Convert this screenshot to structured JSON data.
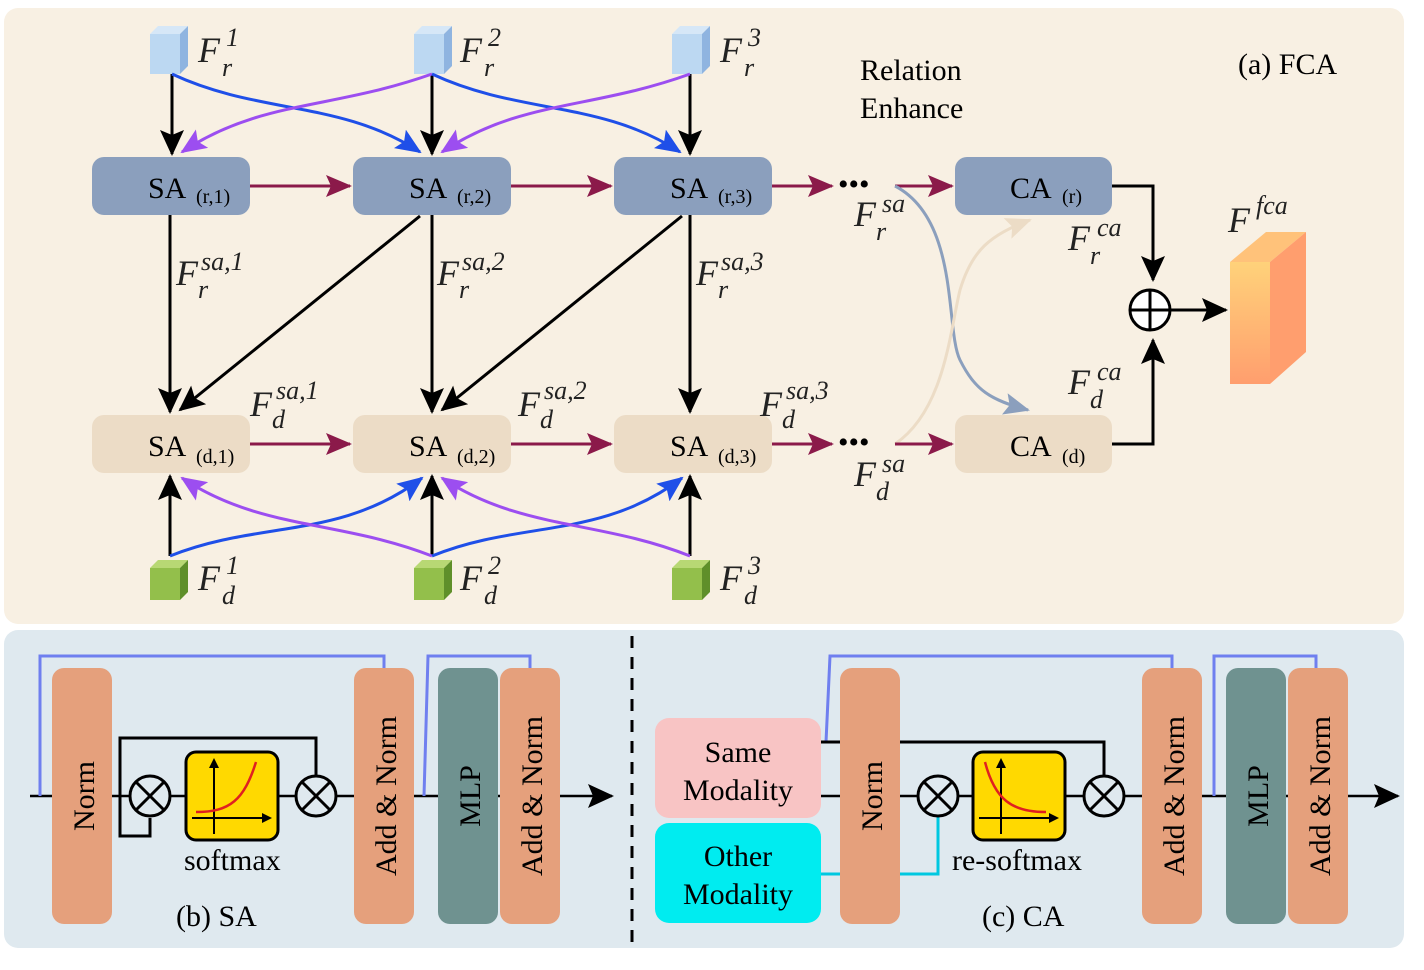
{
  "panel_a": {
    "title": "(a) FCA",
    "relation_line1": "Relation",
    "relation_line2": "Enhance",
    "sa_main": "SA",
    "ca_main": "CA",
    "sa_r_subs": [
      "(r,1)",
      "(r,2)",
      "(r,3)"
    ],
    "sa_d_subs": [
      "(d,1)",
      "(d,2)",
      "(d,3)"
    ],
    "ca_r_sub": "(r)",
    "ca_d_sub": "(d)",
    "ellipsis": "•••",
    "F": "F",
    "r": "r",
    "d": "d",
    "idx": [
      "1",
      "2",
      "3"
    ],
    "sa_sup": [
      "sa,1",
      "sa,2",
      "sa,3"
    ],
    "sa": "sa",
    "ca": "ca",
    "fca": "fca",
    "oplus": "⊕"
  },
  "panel_b": {
    "title": "(b) SA",
    "norm": "Norm",
    "add_norm": "Add & Norm",
    "mlp": "MLP",
    "softmax": "softmax",
    "otimes": "⊗"
  },
  "panel_c": {
    "title": "(c) CA",
    "same_line1": "Same",
    "same_line2": "Modality",
    "other_line1": "Other",
    "other_line2": "Modality",
    "norm": "Norm",
    "add_norm": "Add & Norm",
    "mlp": "MLP",
    "re_softmax": "re-softmax",
    "otimes": "⊗"
  },
  "colors": {
    "panel_a_bg": "#f8f0e3",
    "panel_bc_bg": "#dfe9ef",
    "sa_r_fill": "#8b9fbd",
    "sa_d_fill": "#ecdcc6",
    "dark_red": "#8b1a4a",
    "blue": "#1f4fe8",
    "purple": "#9c4ef0",
    "orange_block": "#e5a07c",
    "teal_block": "#6f9290",
    "pink": "#f8c4c4",
    "cyan": "#00ecf0",
    "yellow": "#ffd900"
  }
}
